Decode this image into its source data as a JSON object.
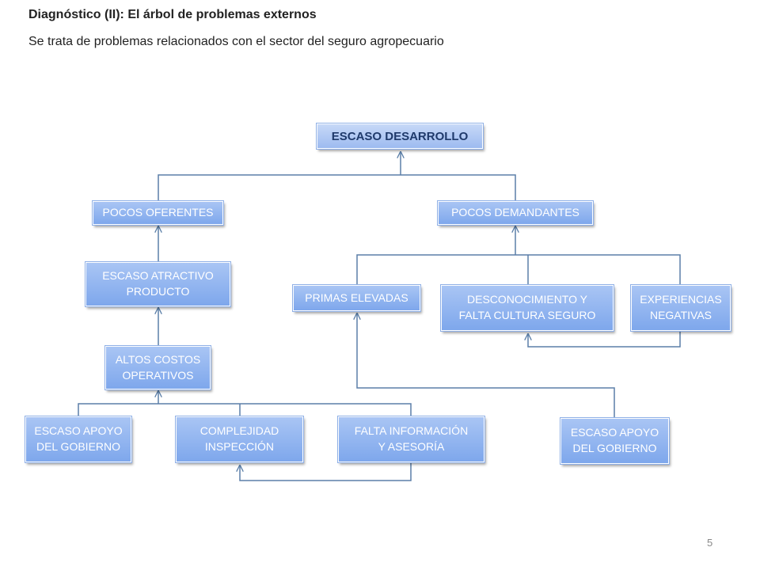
{
  "header": {
    "title": "Diagnóstico (II): El árbol de problemas externos",
    "subtitle": "Se trata de problemas relacionados con el sector del seguro agropecuario"
  },
  "diagram": {
    "root": "ESCASO DESARROLLO",
    "pocos_oferentes": "POCOS OFERENTES",
    "pocos_demandantes": "POCOS DEMANDANTES",
    "escaso_atractivo": "ESCASO ATRACTIVO\nPRODUCTO",
    "altos_costos": "ALTOS COSTOS\nOPERATIVOS",
    "primas_elevadas": "PRIMAS ELEVADAS",
    "desconocimiento": "DESCONOCIMIENTO Y\nFALTA CULTURA SEGURO",
    "experiencias": "EXPERIENCIAS\nNEGATIVAS",
    "apoyo_gobierno_left": "ESCASO APOYO\nDEL GOBIERNO",
    "complejidad": "COMPLEJIDAD\nINSPECCIÓN",
    "falta_informacion": "FALTA INFORMACIÓN\nY ASESORÍA",
    "apoyo_gobierno_right": "ESCASO APOYO\nDEL GOBIERNO"
  },
  "colors": {
    "node_fill_top": "#a9c5f4",
    "node_fill_bottom": "#7ea7ec",
    "connector": "#5b7fa8",
    "root_text": "#1f3a6b"
  },
  "footer": {
    "page_number": "5"
  }
}
